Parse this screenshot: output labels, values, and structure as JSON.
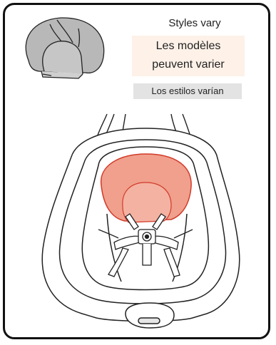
{
  "captions": {
    "english": "Styles vary",
    "french_line1": "Les modèles",
    "french_line2": "peuvent varier",
    "spanish": "Los estilos varían"
  },
  "colors": {
    "head_support_thumbnail": "#b8b8b8",
    "head_support_highlight": "#f0a08c",
    "highlight_outline": "#d23a2a",
    "french_caption_bg": "#fdf1e8",
    "spanish_caption_bg": "#e3e3e3"
  }
}
